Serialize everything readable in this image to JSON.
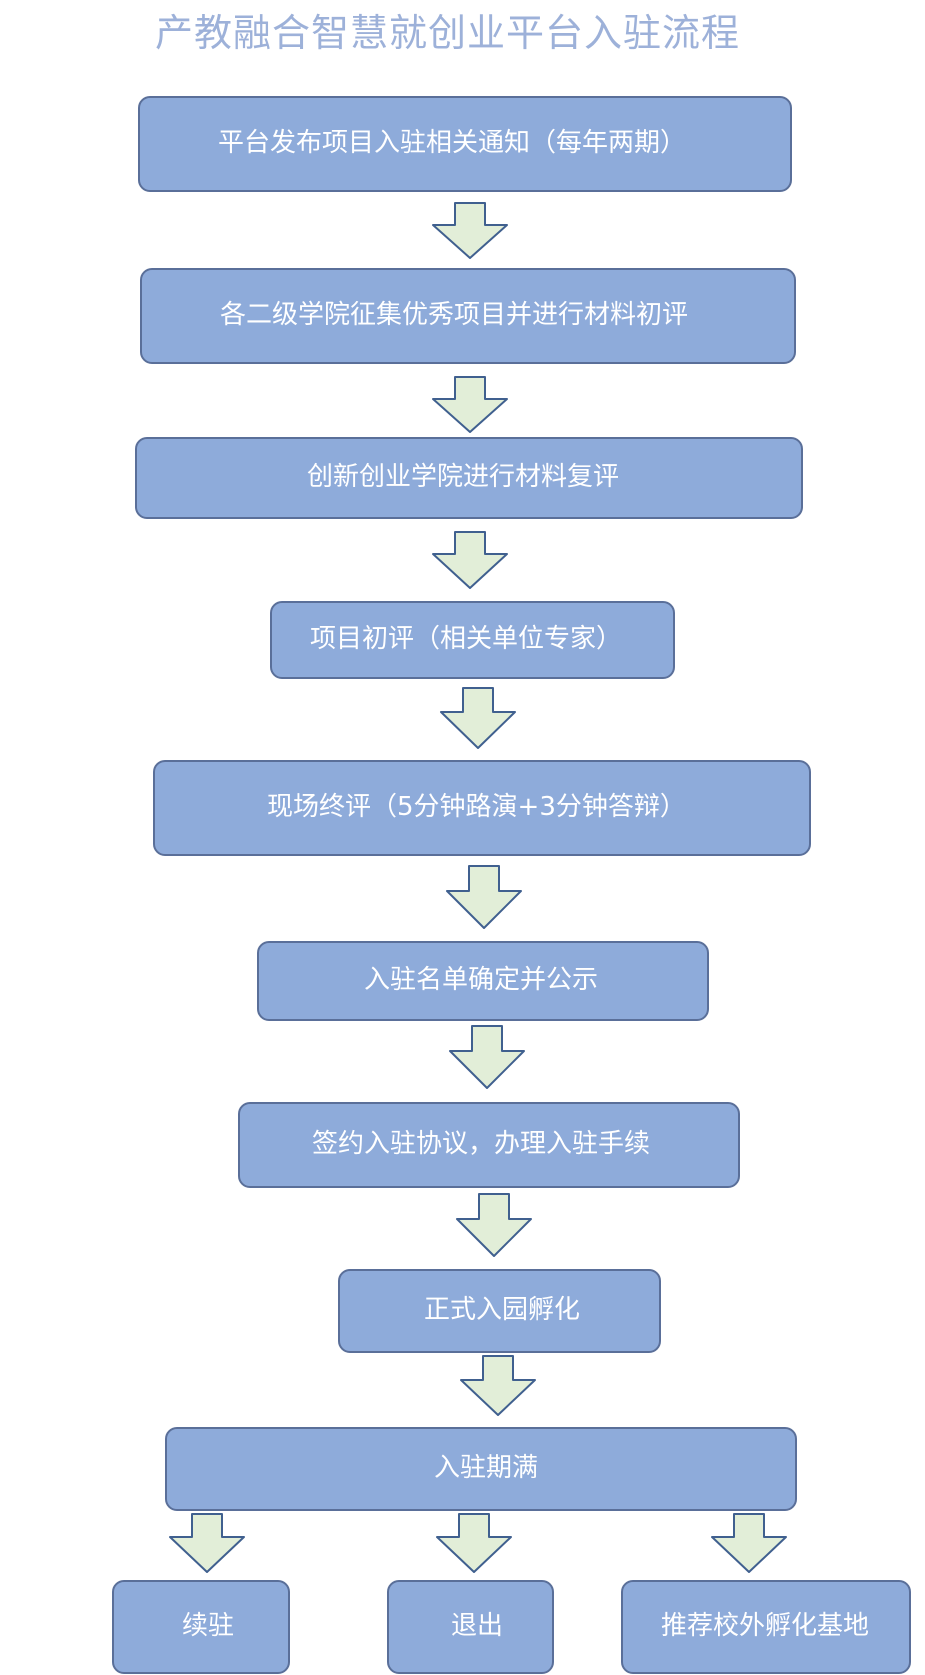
{
  "title": "产教融合智慧就创业平台入驻流程",
  "steps": [
    "平台发布项目入驻相关通知（每年两期）",
    "各二级学院征集优秀项目并进行材料初评",
    "创新创业学院进行材料复评",
    "项目初评（相关单位专家）",
    "现场终评（5分钟路演+3分钟答辩）",
    "入驻名单确定并公示",
    "签约入驻协议，办理入驻手续",
    "正式入园孵化",
    "入驻期满"
  ],
  "outcomes": [
    "续驻",
    "退出",
    "推荐校外孵化基地"
  ],
  "colors": {
    "title": "#9db1d9",
    "box_fill": "#8eabda",
    "box_border": "#5a6f99",
    "box_text": "#ffffff",
    "arrow_fill": "#e2eed8",
    "arrow_stroke": "#40608f"
  }
}
